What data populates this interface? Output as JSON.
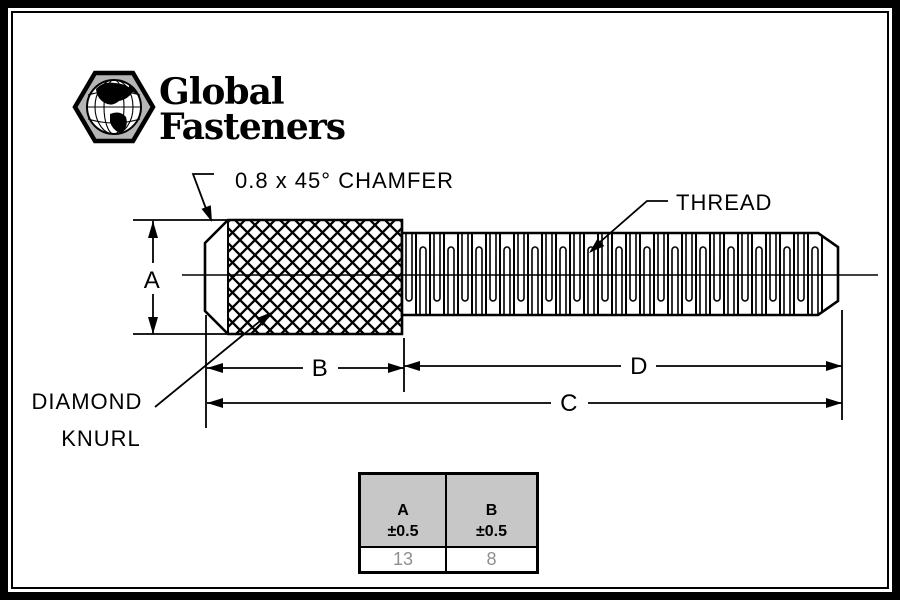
{
  "logo": {
    "name_line1": "Global",
    "name_line2": "Fasteners"
  },
  "annotations": {
    "chamfer": "0.8 x 45° CHAMFER",
    "thread": "THREAD",
    "knurl_line1": "DIAMOND",
    "knurl_line2": "KNURL"
  },
  "dimensions": {
    "a": "A",
    "b": "B",
    "c": "C",
    "d": "D"
  },
  "table": {
    "columns": [
      {
        "header": "A",
        "tolerance": "±0.5",
        "value": "13"
      },
      {
        "header": "B",
        "tolerance": "±0.5",
        "value": "8"
      }
    ]
  },
  "colors": {
    "line": "#000000",
    "hexagon_fill": "#b5b5b5",
    "table_header_bg": "#c7c7c7",
    "table_value_text": "#8f8f8f"
  }
}
